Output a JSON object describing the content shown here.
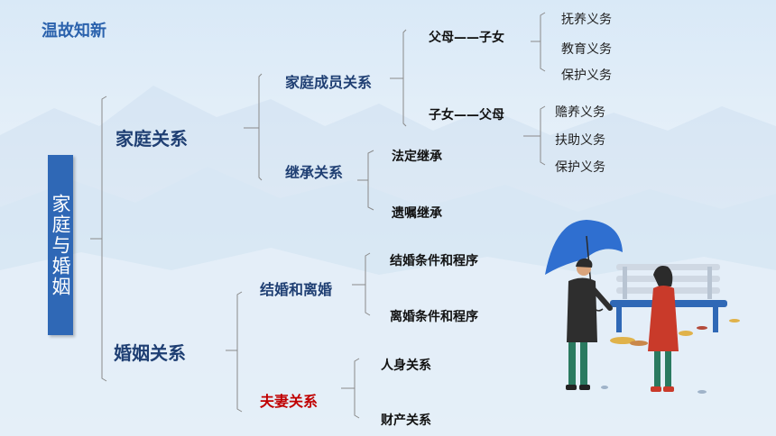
{
  "header": {
    "title": "温故知新"
  },
  "root": {
    "label": "家庭与婚姻"
  },
  "family": {
    "label": "家庭关系",
    "members": {
      "label": "家庭成员关系",
      "parents_to_children": {
        "label": "父母——子女",
        "duties": [
          "抚养义务",
          "教育义务",
          "保护义务"
        ]
      },
      "children_to_parents": {
        "label": "子女——父母",
        "duties": [
          "赡养义务",
          "扶助义务",
          "保护义务"
        ]
      }
    },
    "inheritance": {
      "label": "继承关系",
      "items": [
        "法定继承",
        "遗嘱继承"
      ]
    }
  },
  "marriage": {
    "label": "婚姻关系",
    "wedding": {
      "label": "结婚和离婚",
      "items": [
        "结婚条件和程序",
        "离婚条件和程序"
      ]
    },
    "spouse": {
      "label": "夫妻关系",
      "items": [
        "人身关系",
        "财产关系"
      ]
    }
  },
  "colors": {
    "title_blue": "#2b62ad",
    "box_blue": "#2f68b6",
    "node_navy": "#1f3f73",
    "highlight_red": "#c00000",
    "bracket_gray": "#8a8a8a"
  },
  "illustration": {
    "icon": "couple-with-umbrella-icon"
  }
}
